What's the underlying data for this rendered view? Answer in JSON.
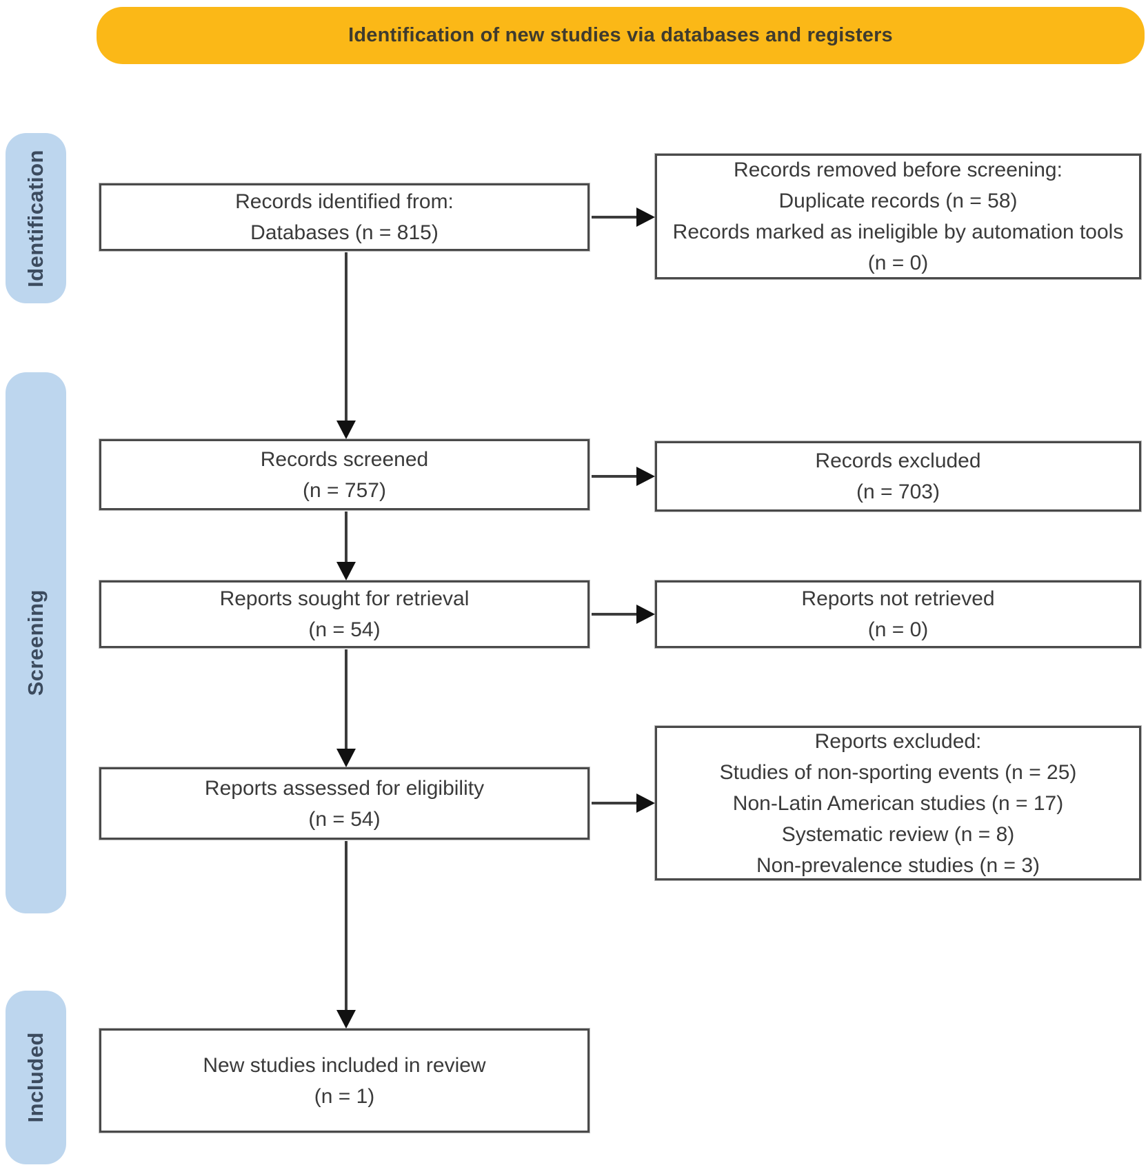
{
  "banner": {
    "label": "Identification of new studies via databases and registers"
  },
  "stages": [
    {
      "label": "Identification"
    },
    {
      "label": "Screening"
    },
    {
      "label": "Included"
    }
  ],
  "boxes": {
    "records_identified": {
      "lines": [
        "Records identified from:",
        "Databases (n = 815)"
      ]
    },
    "records_removed": {
      "lines": [
        "Records removed before screening:",
        "Duplicate records (n = 58)",
        "Records marked as ineligible by automation tools (n = 0)"
      ]
    },
    "records_screened": {
      "lines": [
        "Records screened",
        "(n = 757)"
      ]
    },
    "records_excluded": {
      "lines": [
        "Records excluded",
        "(n = 703)"
      ]
    },
    "reports_sought": {
      "lines": [
        "Reports sought for retrieval",
        "(n = 54)"
      ]
    },
    "reports_not_retrieved": {
      "lines": [
        "Reports not retrieved",
        "(n = 0)"
      ]
    },
    "reports_assessed": {
      "lines": [
        "Reports assessed for eligibility",
        "(n = 54)"
      ]
    },
    "reports_excluded": {
      "lines": [
        "Reports excluded:",
        "Studies of non-sporting events (n = 25)",
        "Non-Latin American studies (n = 17)",
        "Systematic review (n = 8)",
        "Non-prevalence studies (n = 3)"
      ]
    },
    "new_studies_included": {
      "lines": [
        "New studies included in review",
        "(n = 1)"
      ]
    }
  },
  "colors": {
    "banner_bg": "#FBB817",
    "stage_bg": "#BDD6EE",
    "box_border": "#4A4A4A",
    "box_text": "#3A3A3A",
    "arrow": "#3C3C3C"
  }
}
